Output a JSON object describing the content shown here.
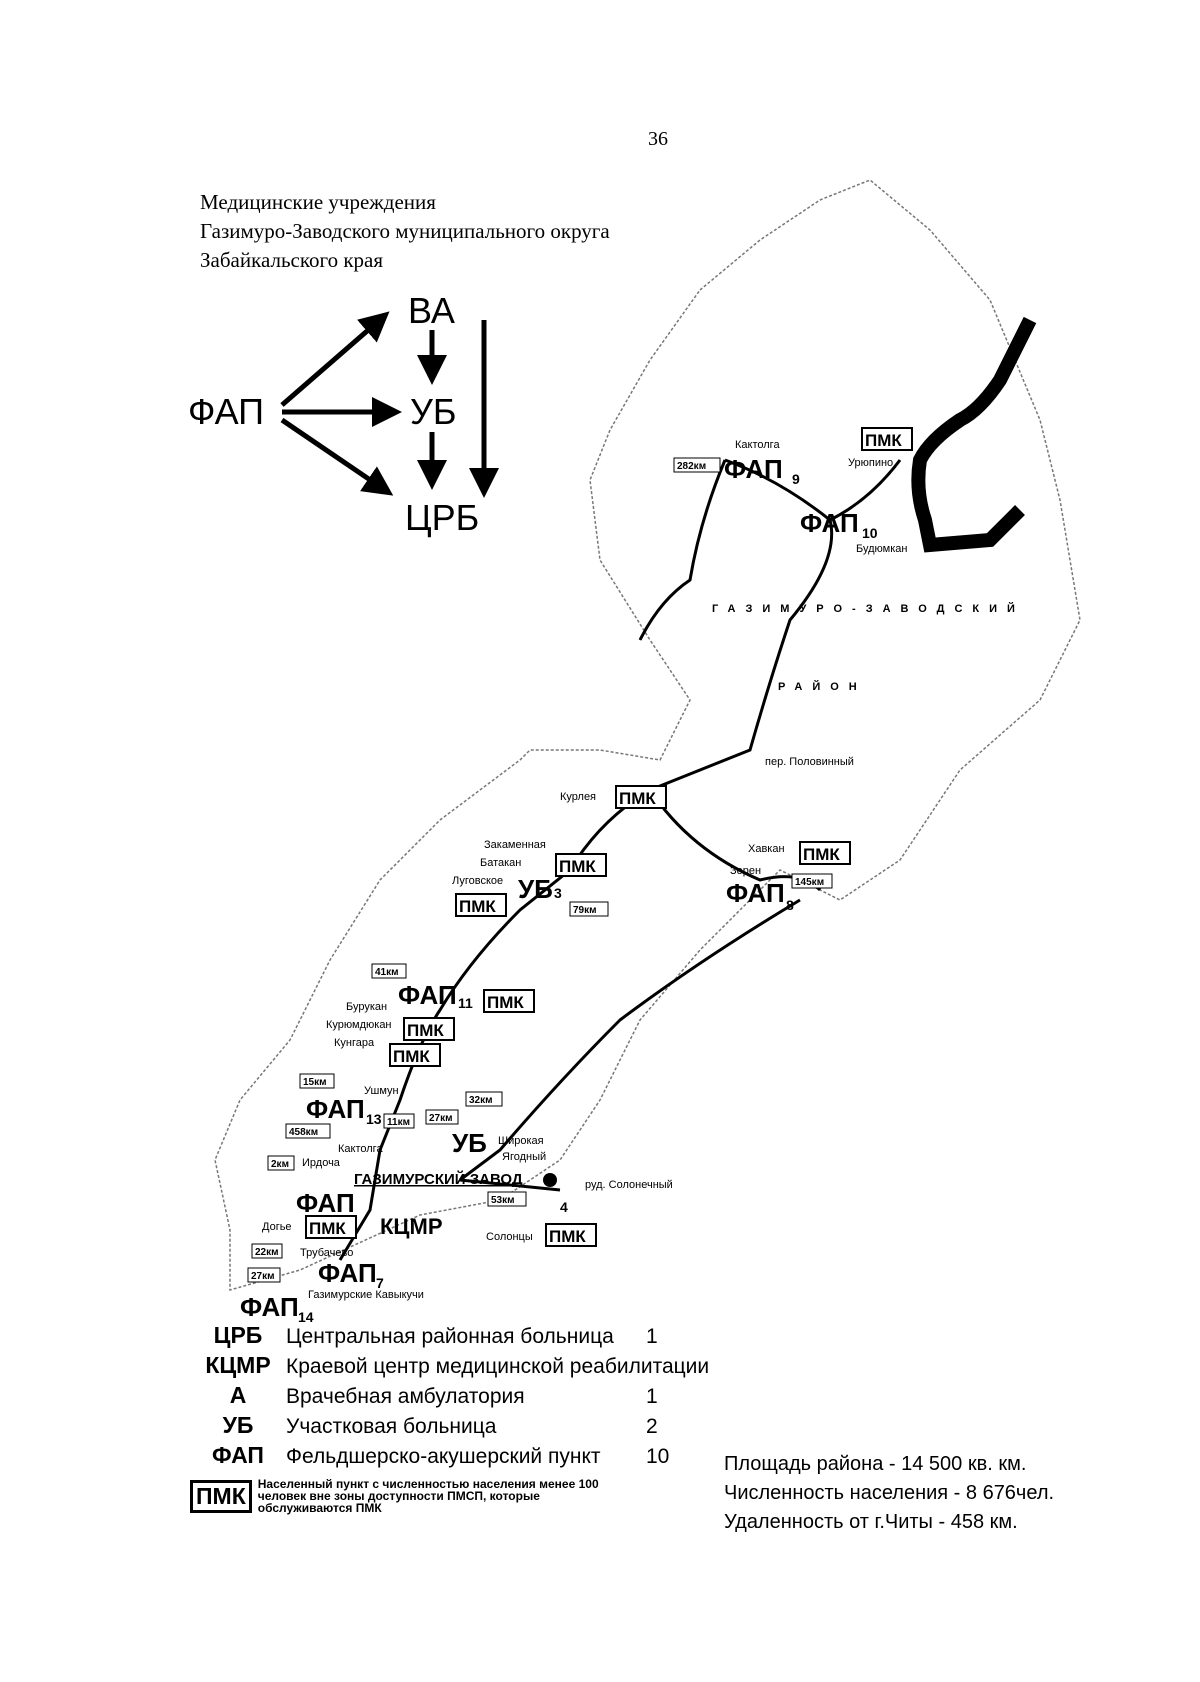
{
  "page_number": "36",
  "title_lines": [
    "Медицинские учреждения",
    "Газимуро-Заводского муниципального округа",
    "Забайкальского края"
  ],
  "scheme": {
    "fap": "ФАП",
    "va": "ВА",
    "ub": "УБ",
    "crb": "ЦРБ"
  },
  "map": {
    "district_label": "ГАЗИМУРО-ЗАВОДСКИЙ",
    "district_label2": "РАЙОН",
    "town": "ГАЗИМУРСКИЙ ЗАВОД",
    "kcmr": "КЦМР",
    "pmk": "ПМК",
    "fap": "ФАП",
    "ub": "УБ",
    "settlements": [
      "Кактолга",
      "Урюпино",
      "Будюмкан",
      "пер. Половинный",
      "Курлея",
      "Закаменная",
      "Батакан",
      "Луговское",
      "Хавкан",
      "Зерен",
      "Бурукан",
      "Курюмдюкан",
      "Кунгара",
      "Ушмун",
      "Кактолга",
      "Ирдоча",
      "Широкая",
      "Ягодный",
      "руд. Солонечный",
      "Солонцы",
      "Догье",
      "Трубачево",
      "Газимурские Кавыкучи"
    ],
    "distances": [
      "282км",
      "145км",
      "79км",
      "41км",
      "15км",
      "11км",
      "27км",
      "32км",
      "458км",
      "2км",
      "53км",
      "22км",
      "27км"
    ],
    "fap_numbers": [
      "9",
      "10",
      "8",
      "11",
      "13",
      "7",
      "14",
      "4"
    ],
    "ub_number": "3"
  },
  "legend": [
    {
      "abbr": "ЦРБ",
      "desc": "Центральная районная больница",
      "count": "1"
    },
    {
      "abbr": "КЦМР",
      "desc": "Краевой центр медицинской реабилитации",
      "count": ""
    },
    {
      "abbr": "А",
      "desc": "Врачебная амбулатория",
      "count": "1"
    },
    {
      "abbr": "УБ",
      "desc": "Участковая больница",
      "count": "2"
    },
    {
      "abbr": "ФАП",
      "desc": "Фельдшерско-акушерский пункт",
      "count": "10"
    }
  ],
  "pmk_legend": {
    "abbr": "ПМК",
    "desc": "Населенный пункт с численностью населения менее 100 человек вне зоны доступности ПМСП, которые обслуживаются ПМК"
  },
  "stats": [
    "Площадь района - 14 500 кв. км.",
    "Численность населения - 8 676чел.",
    "Удаленность от г.Читы - 458 км."
  ]
}
